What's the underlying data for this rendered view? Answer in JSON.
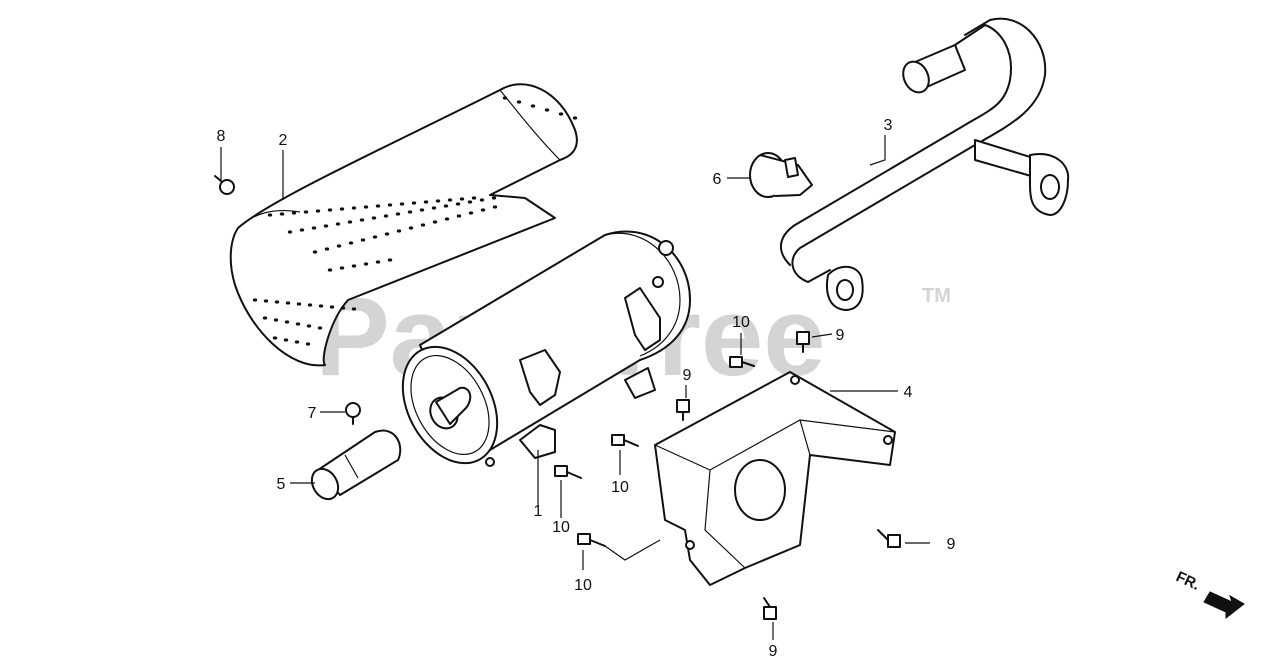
{
  "watermark": {
    "text": "PartsTree",
    "trademark": "TM"
  },
  "direction_label": "FR.",
  "callouts": [
    {
      "id": "c1",
      "label": "1"
    },
    {
      "id": "c2",
      "label": "2"
    },
    {
      "id": "c3",
      "label": "3"
    },
    {
      "id": "c4",
      "label": "4"
    },
    {
      "id": "c5",
      "label": "5"
    },
    {
      "id": "c6",
      "label": "6"
    },
    {
      "id": "c7",
      "label": "7"
    },
    {
      "id": "c8",
      "label": "8"
    },
    {
      "id": "c9a",
      "label": "9"
    },
    {
      "id": "c9b",
      "label": "9"
    },
    {
      "id": "c9c",
      "label": "9"
    },
    {
      "id": "c9d",
      "label": "9"
    },
    {
      "id": "c10a",
      "label": "10"
    },
    {
      "id": "c10b",
      "label": "10"
    },
    {
      "id": "c10c",
      "label": "10"
    },
    {
      "id": "c10d",
      "label": "10"
    }
  ]
}
